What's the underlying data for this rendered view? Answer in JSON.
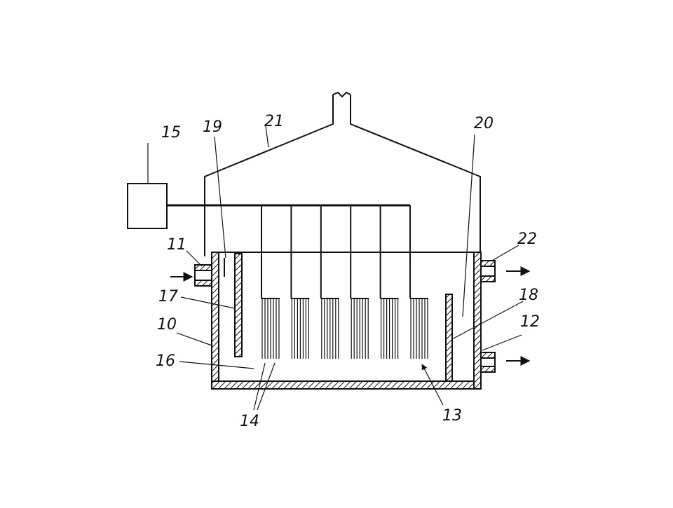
{
  "labels": {
    "l10": "10",
    "l11": "11",
    "l12": "12",
    "l13": "13",
    "l14": "14",
    "l15": "15",
    "l16": "16",
    "l17": "17",
    "l18": "18",
    "l19": "19",
    "l20": "20",
    "l21": "21",
    "l22": "22"
  },
  "electrode_count": 6,
  "colors": {
    "ink": "#111111",
    "paper": "#ffffff"
  }
}
